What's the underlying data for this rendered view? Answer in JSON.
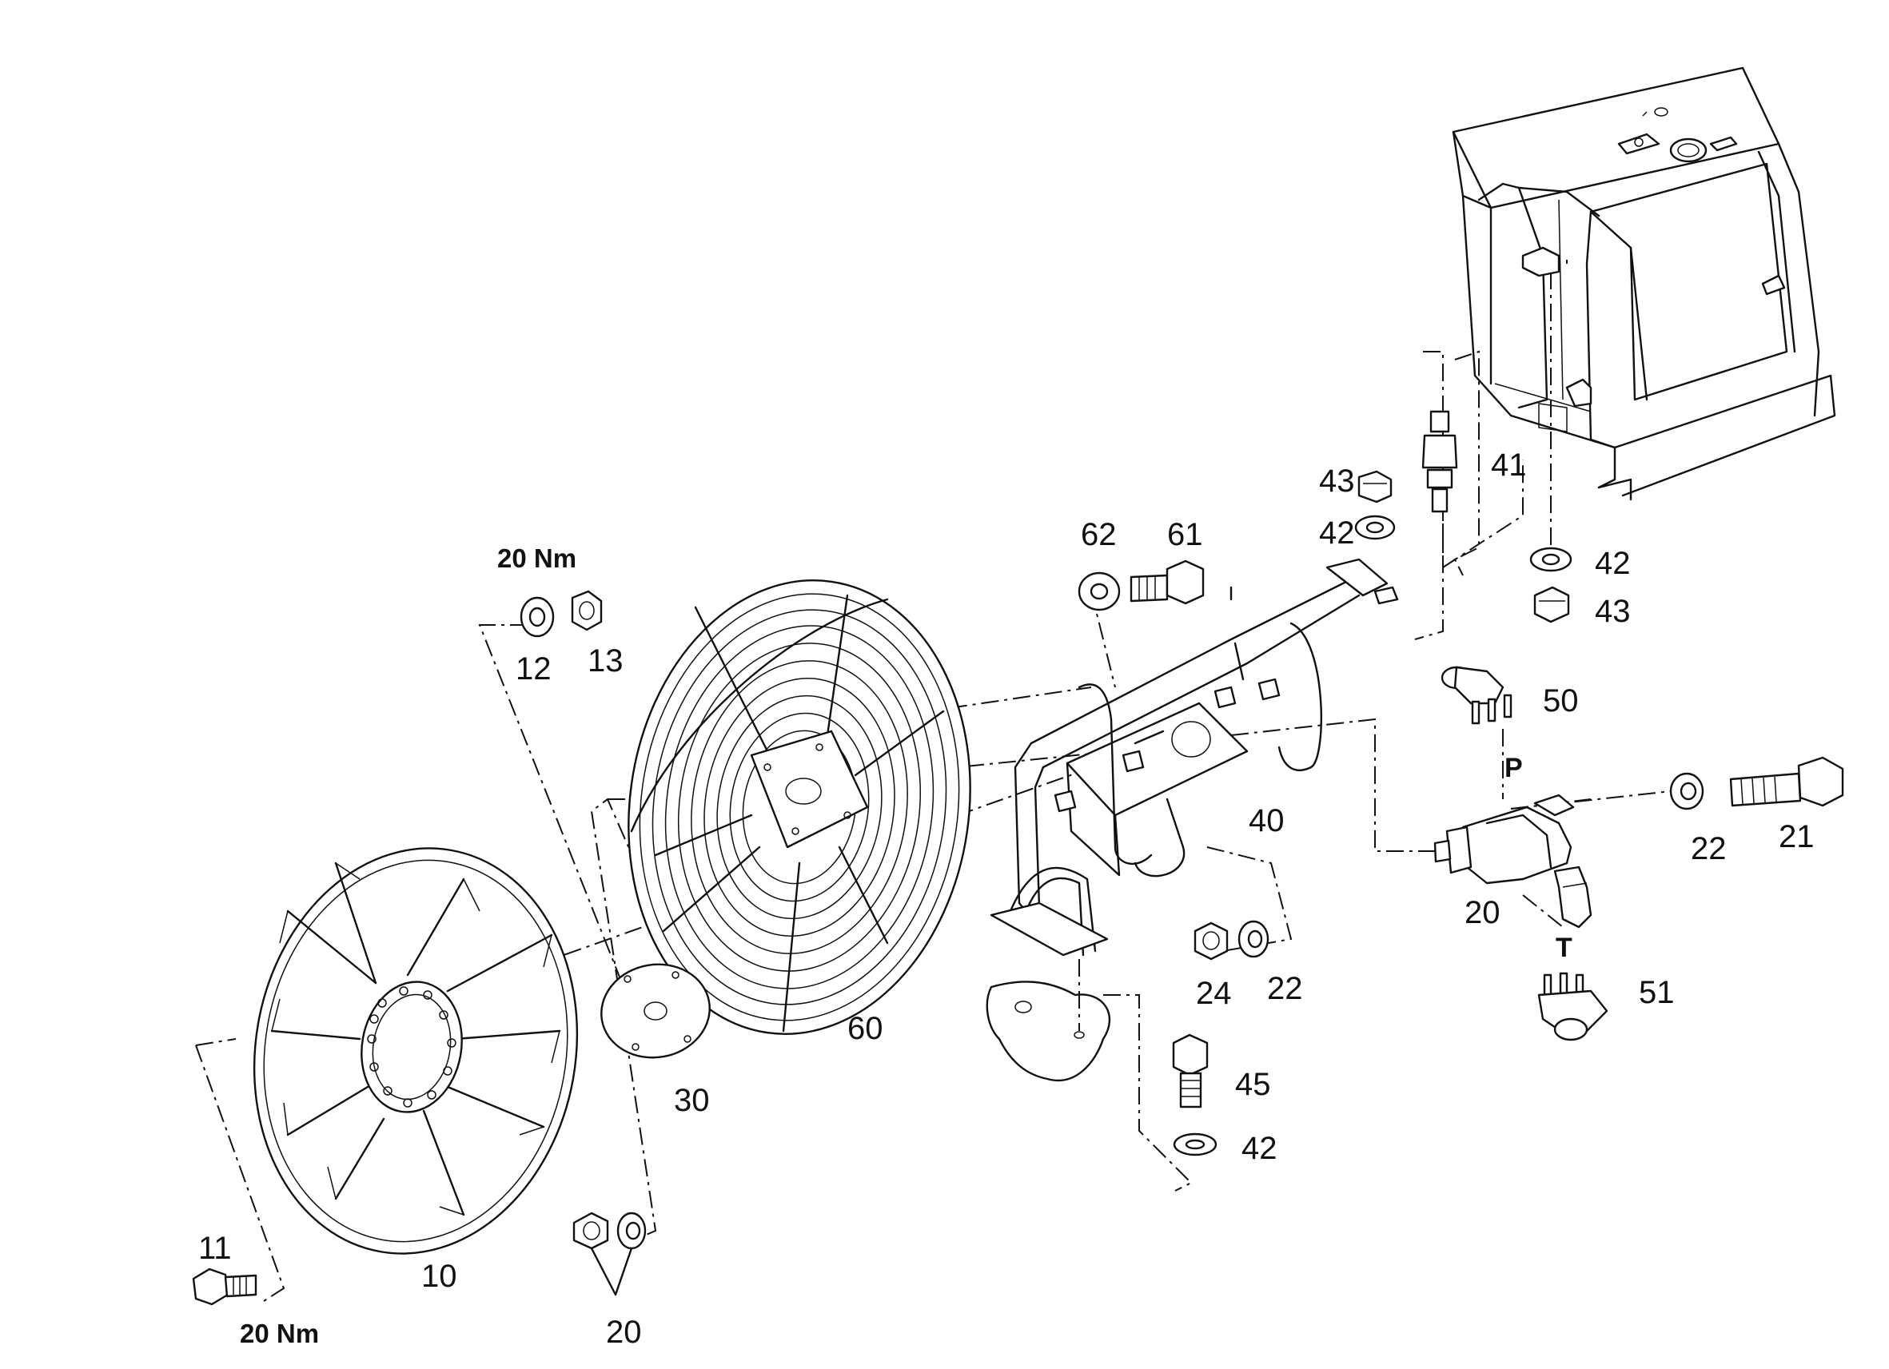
{
  "labels": {
    "p10": "10",
    "p11": "11",
    "p12": "12",
    "p13": "13",
    "p20_washer_nut": "20",
    "p20_pump": "20",
    "p21": "21",
    "p22_bracket": "22",
    "p22_pump": "22",
    "p24": "24",
    "p30": "30",
    "p40": "40",
    "p41": "41",
    "p42_upper": "42",
    "p42_right": "42",
    "p42_lower": "42",
    "p43_upper": "43",
    "p43_right": "43",
    "p45": "45",
    "p50": "50",
    "p51": "51",
    "p60": "60",
    "p61": "61",
    "p62": "62"
  },
  "torques": {
    "t_top": "20 Nm",
    "t_bottom": "20 Nm"
  },
  "ports": {
    "pressure": "P",
    "tank": "T"
  }
}
